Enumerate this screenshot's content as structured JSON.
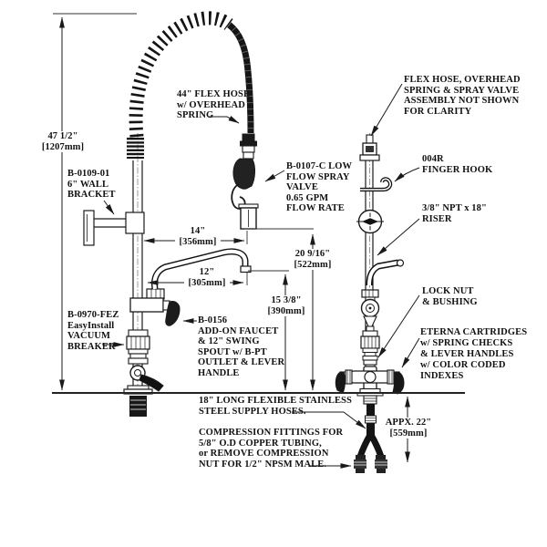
{
  "drawing": {
    "background": "#ffffff",
    "line_color": "#1a1a1a",
    "type": "plumbing-spec-diagram"
  },
  "labels": {
    "dim_height": "47 1/2\"\n[1207mm]",
    "wall_bracket": "B-0109-01\n6\" WALL\nBRACKET",
    "flex_hose": "44\" FLEX HOSE\nw/ OVERHEAD\nSPRING",
    "spray_valve": "B-0107-C LOW\nFLOW SPRAY\nVALVE\n0.65 GPM\nFLOW RATE",
    "dim_14": "14\"\n[356mm]",
    "dim_12": "12\"\n[305mm]",
    "dim_20": "20 9/16\"\n[522mm]",
    "dim_15": "15 3/8\"\n[390mm]",
    "vacuum_breaker": "B-0970-FEZ\nEasyInstall\nVACUUM\nBREAKER",
    "addon_faucet": "B-0156\nADD-ON FAUCET\n& 12\" SWING\nSPOUT w/ B-PT\nOUTLET & LEVER\nHANDLE",
    "flex_note": "FLEX HOSE, OVERHEAD\nSPRING & SPRAY VALVE\nASSEMBLY NOT SHOWN\nFOR CLARITY",
    "finger_hook": "004R\nFINGER HOOK",
    "riser": "3/8\" NPT x 18\"\nRISER",
    "lock_nut": "LOCK NUT\n& BUSHING",
    "eterna": "ETERNA CARTRIDGES\nw/ SPRING CHECKS\n& LEVER HANDLES\nw/ COLOR CODED\nINDEXES",
    "dim_22": "APPX. 22\"\n[559mm]",
    "supply_hoses": "18\" LONG FLEXIBLE STAINLESS\nSTEEL SUPPLY HOSES.",
    "compression": "COMPRESSION FITTINGS FOR\n5/8\" O.D COPPER TUBING,\nor REMOVE COMPRESSION\nNUT FOR 1/2\" NPSM MALE."
  }
}
